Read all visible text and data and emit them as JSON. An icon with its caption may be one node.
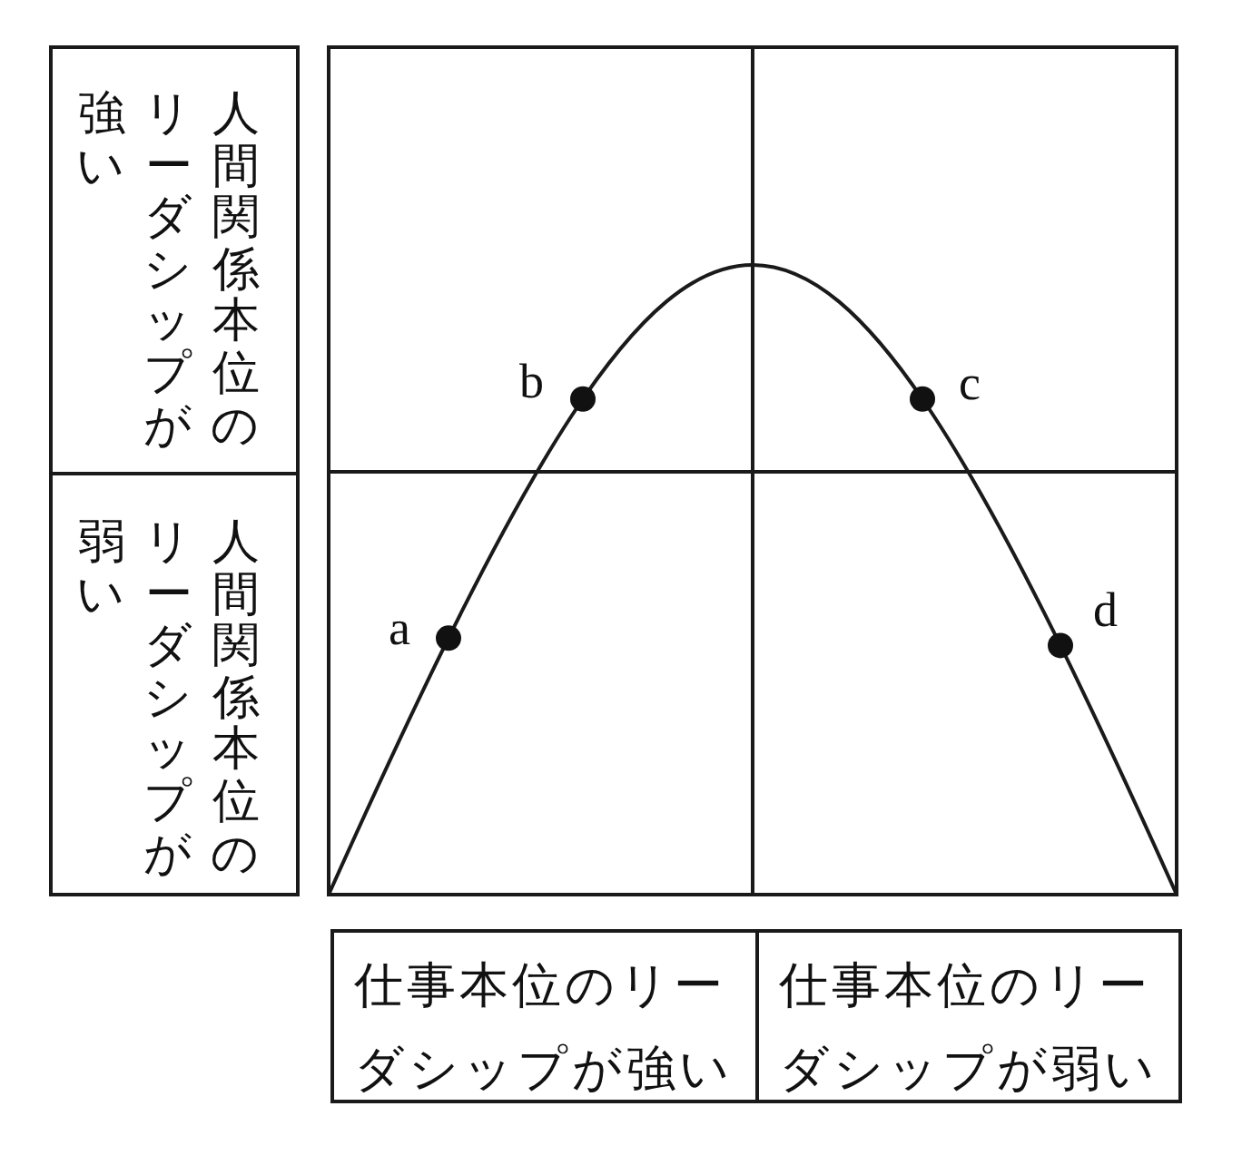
{
  "diagram": {
    "nodes": [
      {
        "text": [
          "人間関係本位のリーダシップが強い"
        ]
      },
      {
        "text": [
          "人間関係本位のリーダシップが弱い"
        ]
      },
      {
        "text": [
          "仕事本位のリーダシップが強い"
        ]
      },
      {
        "text": [
          "仕事本位のリーダシップが弱い"
        ]
      }
    ],
    "labels": [
      "b",
      "c",
      "a",
      "d"
    ]
  }
}
